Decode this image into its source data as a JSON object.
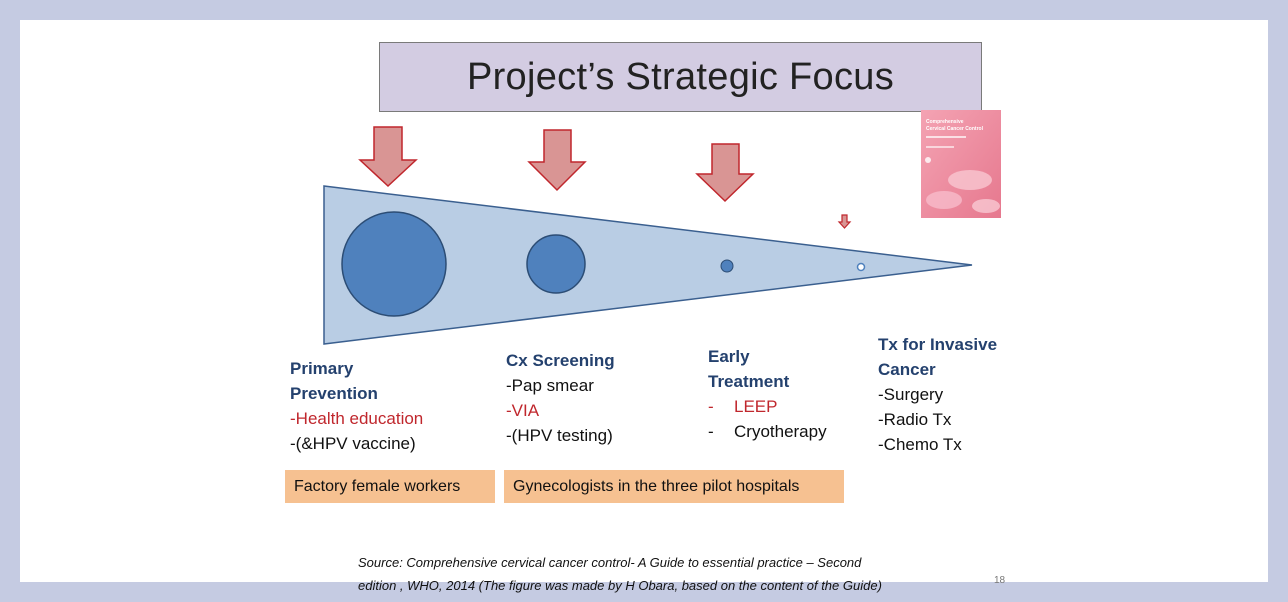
{
  "title": "Project’s Strategic Focus",
  "stages": [
    {
      "heading": [
        "Primary",
        "Prevention"
      ],
      "items": [
        {
          "text": "-Health education",
          "highlight": true
        },
        {
          "text": "-(&HPV vaccine)",
          "highlight": false
        }
      ]
    },
    {
      "heading": [
        "Cx Screening"
      ],
      "items": [
        {
          "text": "-Pap smear",
          "highlight": false
        },
        {
          "text": "-VIA",
          "highlight": true
        },
        {
          "text": "-(HPV testing)",
          "highlight": false
        }
      ]
    },
    {
      "heading": [
        "Early",
        "Treatment"
      ],
      "items": [
        {
          "dash": "-",
          "text": "LEEP",
          "highlight": true
        },
        {
          "dash": "-",
          "text": "Cryotherapy",
          "highlight": false
        }
      ]
    },
    {
      "heading": [
        "Tx for Invasive",
        "Cancer"
      ],
      "items": [
        {
          "text": "-Surgery",
          "highlight": false
        },
        {
          "text": "-Radio Tx",
          "highlight": false
        },
        {
          "text": "-Chemo Tx",
          "highlight": false
        }
      ]
    }
  ],
  "target_groups": [
    "Factory female workers",
    "Gynecologists in the three pilot hospitals"
  ],
  "source_note": [
    "Source: Comprehensive cervical cancer control- A Guide to essential practice – Second",
    "edition , WHO, 2014 (The figure was made by H Obara, based on the content of the Guide)"
  ],
  "page_number": "18",
  "book_cover_title": [
    "Comprehensive",
    "Cervical Cancer Control"
  ],
  "colors": {
    "title_bg": "#d3cce2",
    "funnel_fill": "#b9cde4",
    "circle_fill": "#4f81bd",
    "arrow_fill": "#d99594",
    "arrow_stroke": "#c0272d",
    "heading_text": "#24416e",
    "highlight_text": "#c0272d",
    "tag_bg": "#f6c191"
  }
}
